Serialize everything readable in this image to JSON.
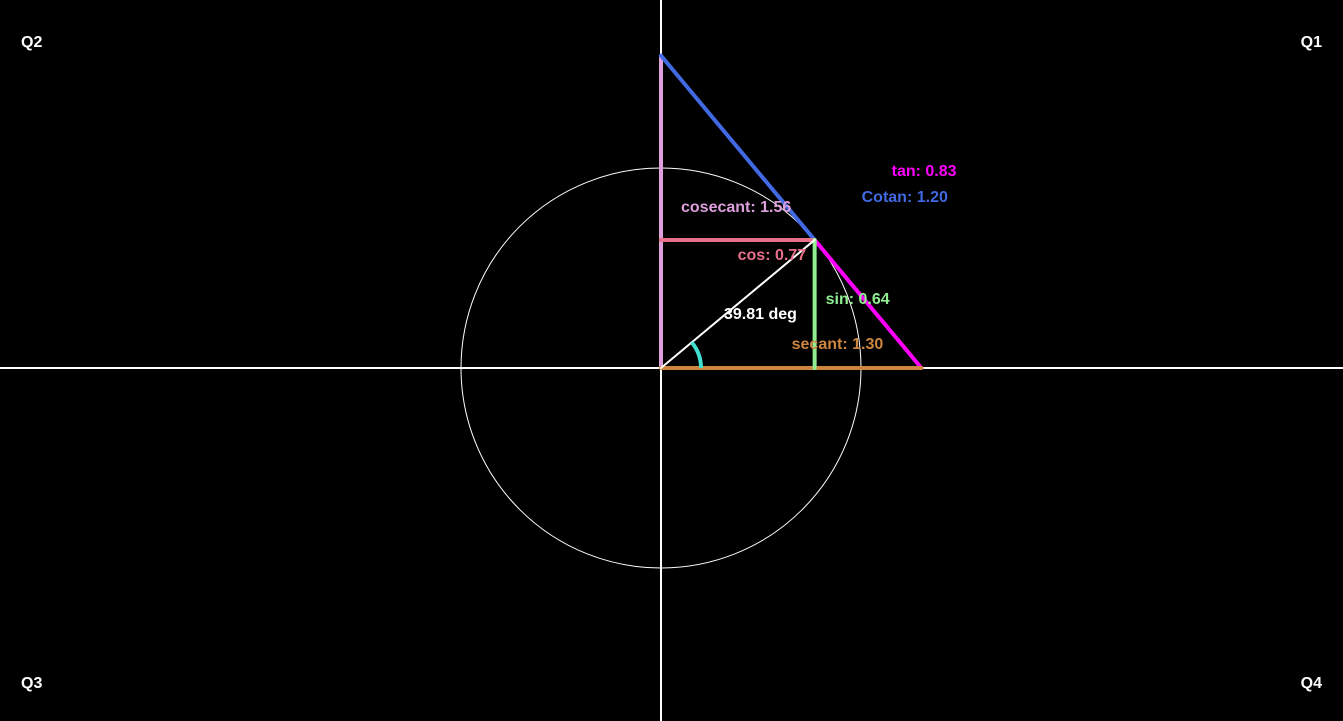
{
  "quadrants": {
    "q1": "Q1",
    "q2": "Q2",
    "q3": "Q3",
    "q4": "Q4"
  },
  "angle_deg": 39.81,
  "labels": {
    "angle": "39.81 deg",
    "sin": "sin: 0.64",
    "cos": "cos: 0.77",
    "tan": "tan: 0.83",
    "cotan": "Cotan: 1.20",
    "secant": "secant: 1.30",
    "cosecant": "cosecant: 1.56"
  },
  "colors": {
    "background": "#000000",
    "axes": "#ffffff",
    "circle": "#ffffff",
    "radius": "#ffffff",
    "angle_arc": "#40e0d0",
    "sin": "#90ee90",
    "cos": "#e8708a",
    "tan": "#ff00ff",
    "cotan": "#4169e1",
    "secant": "#cd853f",
    "cosecant": "#dda0dd",
    "text": "#ffffff"
  }
}
